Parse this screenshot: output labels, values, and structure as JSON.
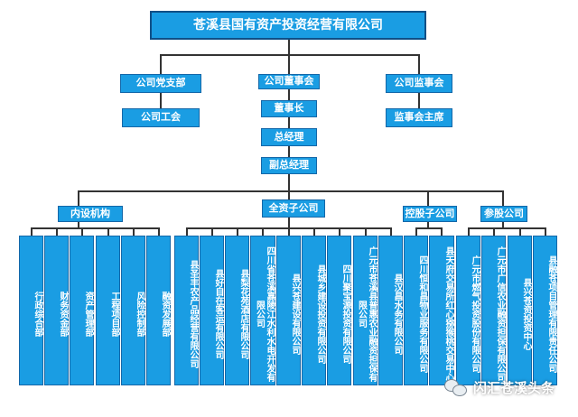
{
  "title": "苍溪县国有资产投资经营有限公司",
  "level1": [
    "公司党支部",
    "公司董事会",
    "公司监事会"
  ],
  "party_child": "公司工会",
  "board_chain": [
    "董事长",
    "总经理",
    "副总经理"
  ],
  "supervisor_child": "监事会主席",
  "groups": [
    "内设机构",
    "全资子公司",
    "控股子公司",
    "参股公司"
  ],
  "internal_depts": [
    "行政综合部",
    "财务资金部",
    "资产管理部",
    "工程项目部",
    "风险控制部",
    "融资发展部"
  ],
  "wholly_owned": [
    "县圣丰农产品经营有限公司",
    "县好自在客运有限公司",
    "县梨花苑酒店有限公司",
    "四川省苍溪嘉陵江水利水电开发有限公司",
    "县兴苍建设有限公司",
    "县城乡建设投资有限公司",
    "四川聚宝源投资有限公司",
    "广元市苍溪县普惠农业融资担保有限公司",
    "县汉昌水务有限公司"
  ],
  "holding": [
    "四川恒和昌物业服务有限公司",
    "县天府交易所红心猕猴桃交易中心"
  ],
  "equity": [
    "广元市燃气投资股份有限公司",
    "广元市广信农业融资担保有限公司",
    "县兴苍资投资中心",
    "县融苍项目管理有限责任公司"
  ],
  "watermark": "闪汇苍溪头条"
}
